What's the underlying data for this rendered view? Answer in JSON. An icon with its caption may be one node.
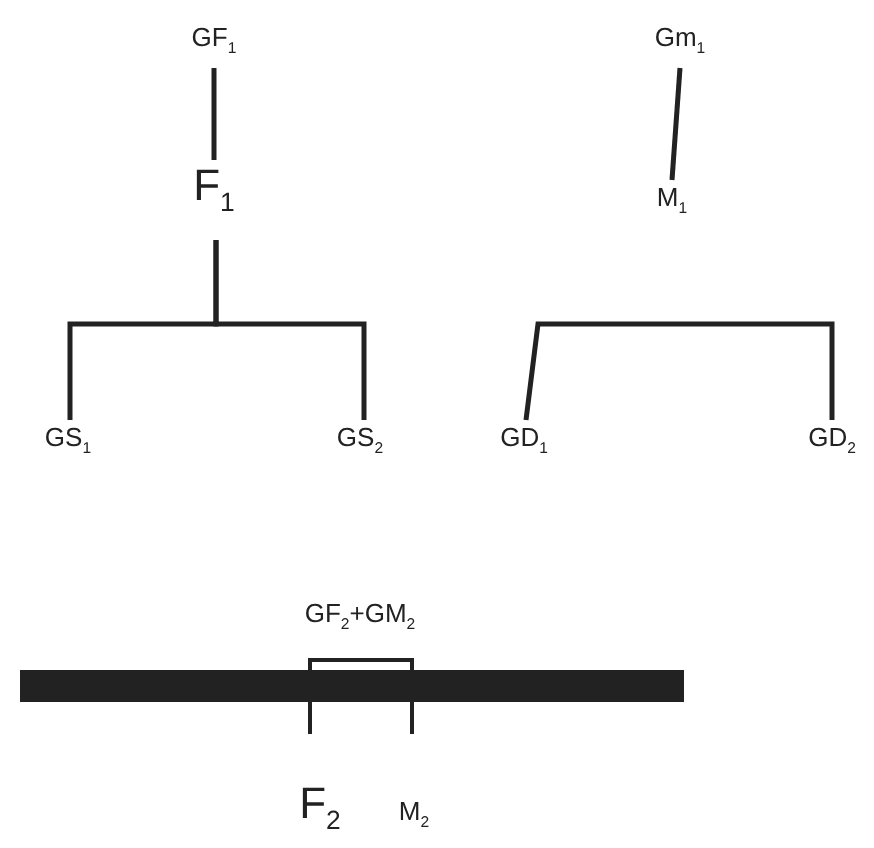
{
  "diagram": {
    "nodes": [
      {
        "text": [
          "GF$_{1}$"
        ]
      },
      {
        "text": [
          "F$_{1}$"
        ]
      },
      {
        "text": [
          "GS$_{1}$"
        ]
      },
      {
        "text": [
          "GS$_{2}$"
        ]
      },
      {
        "text": [
          "Gm$_{1}$"
        ]
      },
      {
        "text": [
          "M$_{1}$"
        ]
      },
      {
        "text": [
          "GD$_{1}$"
        ]
      },
      {
        "text": [
          "GD$_{2}$"
        ]
      }
    ],
    "edges": [
      {
        "from": 0,
        "to": 1,
        "arrow": "none"
      },
      {
        "from": 1,
        "to": 2,
        "arrow": "none"
      },
      {
        "from": 1,
        "to": 3,
        "arrow": "none"
      },
      {
        "from": 4,
        "to": 5,
        "arrow": "none"
      },
      {
        "from": 6,
        "to": 7,
        "arrow": "none"
      }
    ],
    "labels": [
      "GF$_{2}$+GM$_{2}$",
      "F$_{2}$",
      "M$_{2}$"
    ]
  }
}
